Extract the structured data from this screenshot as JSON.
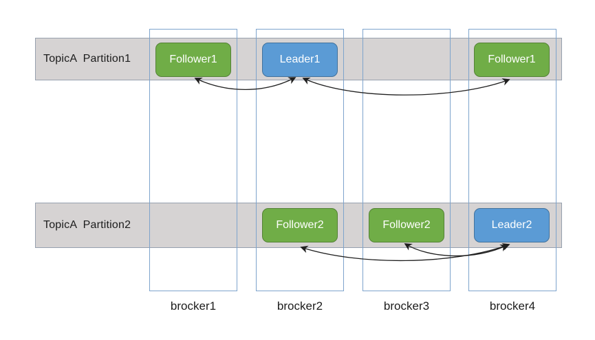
{
  "colors": {
    "follower_fill": "#70AD47",
    "follower_border": "#538135",
    "leader_fill": "#5B9BD5",
    "leader_border": "#41719C",
    "band_fill": "#D6D3D3",
    "band_border": "#96A0AE",
    "broker_border": "#7DA3CC",
    "arrow": "#1F1F1F"
  },
  "bands": [
    {
      "label": "TopicA  Partition1"
    },
    {
      "label": "TopicA  Partition2"
    }
  ],
  "brokers": [
    {
      "label": "brocker1"
    },
    {
      "label": "brocker2"
    },
    {
      "label": "brocker3"
    },
    {
      "label": "brocker4"
    }
  ],
  "nodes": [
    {
      "label": "Follower1",
      "role": "follower",
      "partition": "Partition1",
      "broker": "brocker1"
    },
    {
      "label": "Leader1",
      "role": "leader",
      "partition": "Partition1",
      "broker": "brocker2"
    },
    {
      "label": "Follower1",
      "role": "follower",
      "partition": "Partition1",
      "broker": "brocker4"
    },
    {
      "label": "Follower2",
      "role": "follower",
      "partition": "Partition2",
      "broker": "brocker2"
    },
    {
      "label": "Follower2",
      "role": "follower",
      "partition": "Partition2",
      "broker": "brocker3"
    },
    {
      "label": "Leader2",
      "role": "leader",
      "partition": "Partition2",
      "broker": "brocker4"
    }
  ],
  "arrows": [
    {
      "between": [
        "Follower1@brocker1",
        "Leader1@brocker2"
      ],
      "bidirectional": true
    },
    {
      "between": [
        "Leader1@brocker2",
        "Follower1@brocker4"
      ],
      "bidirectional": true
    },
    {
      "between": [
        "Follower2@brocker2",
        "Leader2@brocker4"
      ],
      "bidirectional": true
    },
    {
      "between": [
        "Follower2@brocker3",
        "Leader2@brocker4"
      ],
      "bidirectional": true
    }
  ]
}
